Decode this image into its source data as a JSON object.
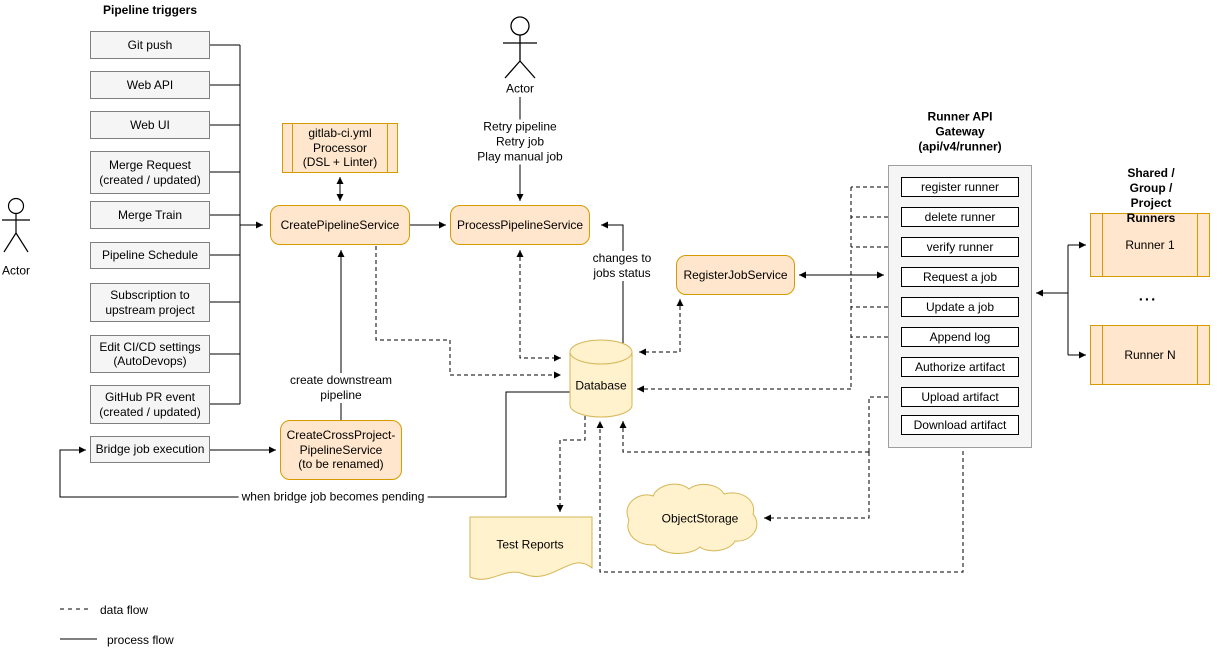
{
  "triggers": {
    "title": "Pipeline triggers",
    "items": [
      "Git push",
      "Web API",
      "Web UI",
      "Merge Request\n(created / updated)",
      "Merge Train",
      "Pipeline Schedule",
      "Subscription to\nupstream project",
      "Edit CI/CD settings\n(AutoDevops)",
      "GitHub PR event\n(created / updated)",
      "Bridge job execution"
    ]
  },
  "actors": {
    "top": "Actor",
    "left": "Actor"
  },
  "services": {
    "processor": "gitlab-ci.yml\nProcessor\n(DSL + Linter)",
    "create_pipeline": "CreatePipelineService",
    "process_pipeline": "ProcessPipelineService",
    "register_job": "RegisterJobService",
    "create_cross_project": "CreateCrossProject-\nPipelineService\n(to be renamed)"
  },
  "storage": {
    "database": "Database",
    "object_storage": "ObjectStorage",
    "test_reports": "Test Reports"
  },
  "gateway": {
    "title": "Runner API\nGateway\n(api/v4/runner)",
    "endpoints": [
      "register runner",
      "delete runner",
      "verify runner",
      "Request a job",
      "Update a job",
      "Append log",
      "Authorize artifact",
      "Upload artifact",
      "Download artifact"
    ]
  },
  "runners": {
    "title": "Shared / Group / Project\nRunners",
    "items": [
      "Runner 1",
      "Runner N"
    ],
    "ellipsis": "..."
  },
  "edge_labels": {
    "retry": "Retry pipeline\nRetry job\nPlay manual job",
    "changes": "changes to\njobs status",
    "create_downstream": "create downstream\npipeline",
    "when_bridge": "when bridge job becomes pending"
  },
  "legend": {
    "data_flow": "data flow",
    "process_flow": "process flow"
  },
  "colors": {
    "orange_fill": "#ffe6cc",
    "orange_stroke": "#d79b00",
    "yellow_fill": "#fff2cc",
    "yellow_stroke": "#d6b656",
    "gray_fill": "#f5f5f5",
    "gray_stroke": "#808080",
    "line": "#000000"
  }
}
